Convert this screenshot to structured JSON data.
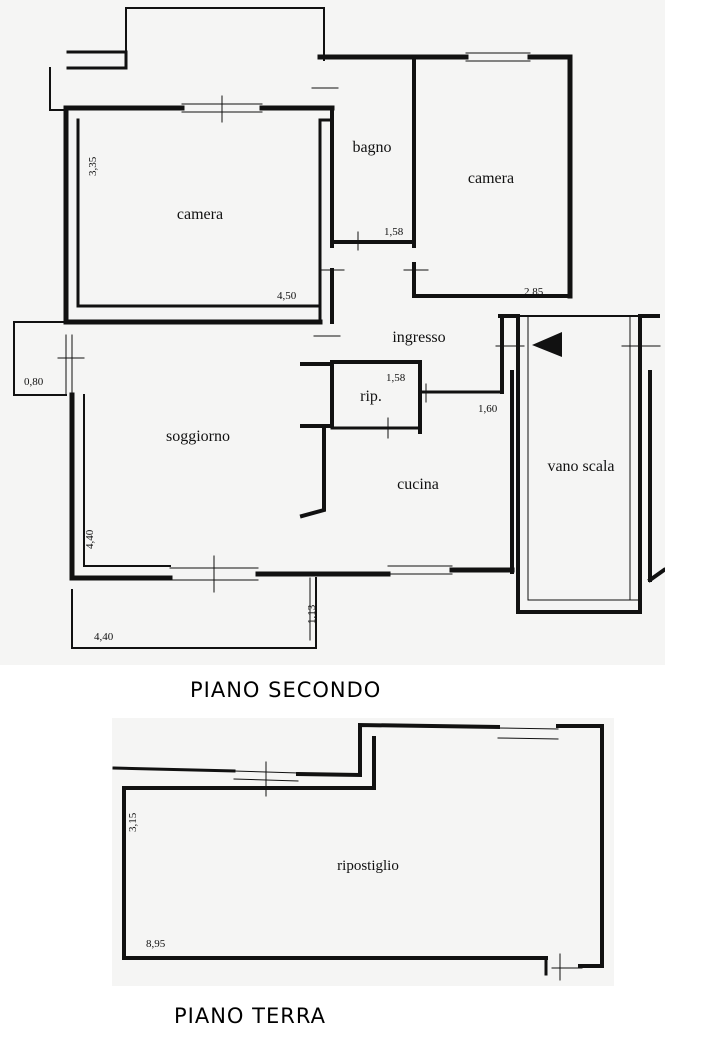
{
  "floor2": {
    "heading": "PIANO SECONDO",
    "rooms": {
      "camera_left": "camera",
      "bagno": "bagno",
      "camera_right": "camera",
      "ingresso": "ingresso",
      "ripostiglio": "rip.",
      "soggiorno": "soggiorno",
      "cucina": "cucina",
      "vano_scala": "vano scala"
    },
    "dims": {
      "camera_left_height": "3,35",
      "camera_left_width": "4,50",
      "bagno_width": "1,58",
      "camera_right_width": "2,85",
      "balcony_left_depth": "0,80",
      "rip_width": "1,58",
      "cucina_depth": "1,60",
      "soggiorno_height": "4,40",
      "balcony_bottom_depth": "1,13",
      "balcony_bottom_width": "4,40"
    }
  },
  "floor0": {
    "heading": "PIANO TERRA",
    "rooms": {
      "ripostiglio": "ripostiglio"
    },
    "dims": {
      "height": "3,15",
      "width": "8,95"
    }
  },
  "colors": {
    "paper": "#f5f5f4",
    "wall": "#111111"
  }
}
